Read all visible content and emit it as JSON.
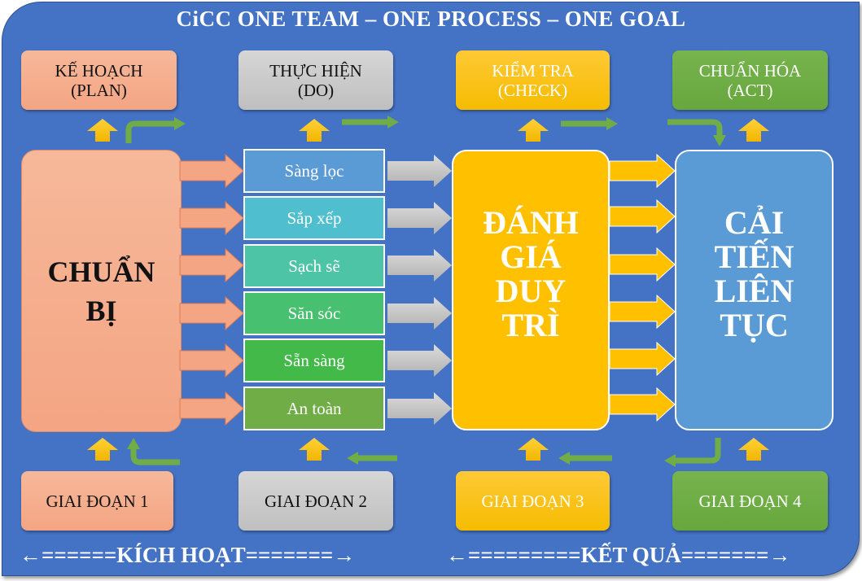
{
  "title": "CiCC ONE TEAM – ONE PROCESS – ONE GOAL",
  "pdca": [
    {
      "line1": "KẾ HOẠCH",
      "line2": "(PLAN)"
    },
    {
      "line1": "THỰC HIỆN",
      "line2": "(DO)"
    },
    {
      "line1": "KIỂM TRA",
      "line2": "(CHECK)"
    },
    {
      "line1": "CHUẨN HÓA",
      "line2": "(ACT)"
    }
  ],
  "main_blocks": {
    "prepare": {
      "line1": "CHUẨN",
      "line2": "BỊ"
    },
    "evaluate": {
      "line1": "ĐÁNH",
      "line2": "GIÁ",
      "line3": "DUY",
      "line4": "TRÌ"
    },
    "improve": {
      "line1": "CẢI",
      "line2": "TIẾN",
      "line3": "LIÊN",
      "line4": "TỤC"
    }
  },
  "steps": [
    "Sàng lọc",
    "Sắp xếp",
    "Sạch sẽ",
    "Săn sóc",
    "Sẵn sàng",
    "An toàn"
  ],
  "phases": [
    "GIAI ĐOẠN 1",
    "GIAI ĐOẠN 2",
    "GIAI ĐOẠN 3",
    "GIAI ĐOẠN 4"
  ],
  "bottom": {
    "activation": "←======KÍCH HOẠT=======→",
    "result": "←=========KẾT QUẢ=======→"
  },
  "colors": {
    "background": "#4472c4",
    "plan": "#f4a583",
    "do": "#bfbfbf",
    "check": "#ffc000",
    "act": "#70ad47",
    "improve": "#5b9bd5",
    "step_colors": [
      "#5b9bd5",
      "#4fbfcf",
      "#4dc4a5",
      "#47c06f",
      "#43b94a",
      "#70ad47"
    ]
  }
}
